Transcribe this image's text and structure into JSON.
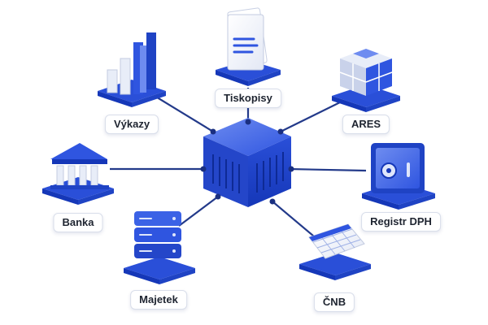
{
  "hub": {
    "icon": "hub-cube-icon"
  },
  "nodes": [
    {
      "id": "tiskopisy",
      "label": "Tiskopisy",
      "icon": "document-icon"
    },
    {
      "id": "ares",
      "label": "ARES",
      "icon": "cube-blocks-icon"
    },
    {
      "id": "registr-dph",
      "label": "Registr DPH",
      "icon": "safe-icon"
    },
    {
      "id": "cnb",
      "label": "ČNB",
      "icon": "spreadsheet-icon"
    },
    {
      "id": "majetek",
      "label": "Majetek",
      "icon": "server-stack-icon"
    },
    {
      "id": "banka",
      "label": "Banka",
      "icon": "bank-icon"
    },
    {
      "id": "vykazy",
      "label": "Výkazy",
      "icon": "bar-chart-icon"
    }
  ],
  "colors": {
    "primary": "#2a4fd8",
    "dark": "#1537b8",
    "light": "#6e8cf0",
    "pale": "#dfe6fb",
    "line": "#233a8a"
  }
}
